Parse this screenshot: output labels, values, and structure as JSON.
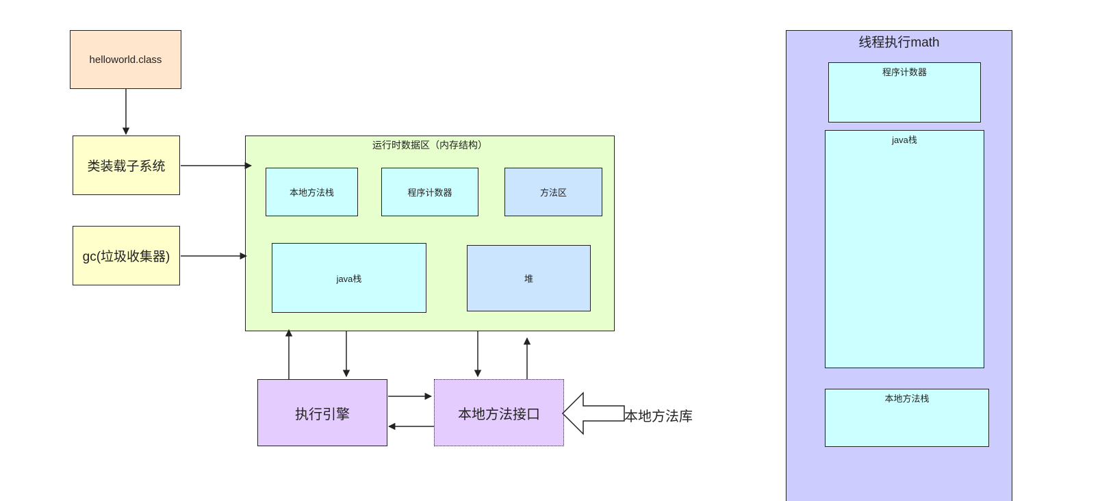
{
  "nodes": {
    "class_file": "helloworld.class",
    "class_loader": "类装载子系统",
    "gc": "gc(垃圾收集器)",
    "runtime_area_title": "运行时数据区（内存结构）",
    "native_method_stack": "本地方法栈",
    "program_counter": "程序计数器",
    "method_area": "方法区",
    "java_stack": "java栈",
    "heap": "堆",
    "execution_engine": "执行引擎",
    "native_interface": "本地方法接口",
    "native_library": "本地方法库"
  },
  "thread_panel": {
    "title": "线程执行math",
    "program_counter": "程序计数器",
    "java_stack": "java栈",
    "native_method_stack": "本地方法栈"
  },
  "colors": {
    "class_file_fill": "#ffe6cc",
    "class_loader_fill": "#ffffcc",
    "runtime_area_fill": "#e6ffcc",
    "memory_region_cyan": "#ccffff",
    "memory_region_blue": "#cce5ff",
    "engine_fill": "#e5ccff",
    "thread_panel_fill": "#ccccff",
    "stroke": "#222222"
  }
}
